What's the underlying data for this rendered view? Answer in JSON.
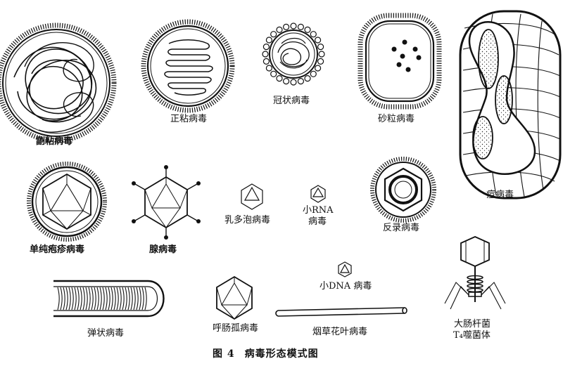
{
  "labels": {
    "paramyxo": "副粘病毒",
    "orthomyxo": "正粘病毒",
    "corona": "冠状病毒",
    "pox": "砂粒病毒",
    "variola": "痘病毒",
    "herpes": "单纯疱疹病毒",
    "adeno": "腺病毒",
    "papova": "乳多泡病毒",
    "small_rna_1": "小RNA",
    "small_rna_2": "病毒",
    "retro": "反录病毒",
    "rhabdo": "弹状病毒",
    "echo": "呼肠孤病毒",
    "small_dna": "小DNA 病毒",
    "tmv": "烟草花叶病毒",
    "t4_1": "大肠杆菌",
    "t4_2": "T₄噬菌体"
  },
  "caption": {
    "number": "图 4",
    "title": "病毒形态模式图"
  },
  "colors": {
    "ink": "#111111",
    "paper": "#ffffff"
  }
}
